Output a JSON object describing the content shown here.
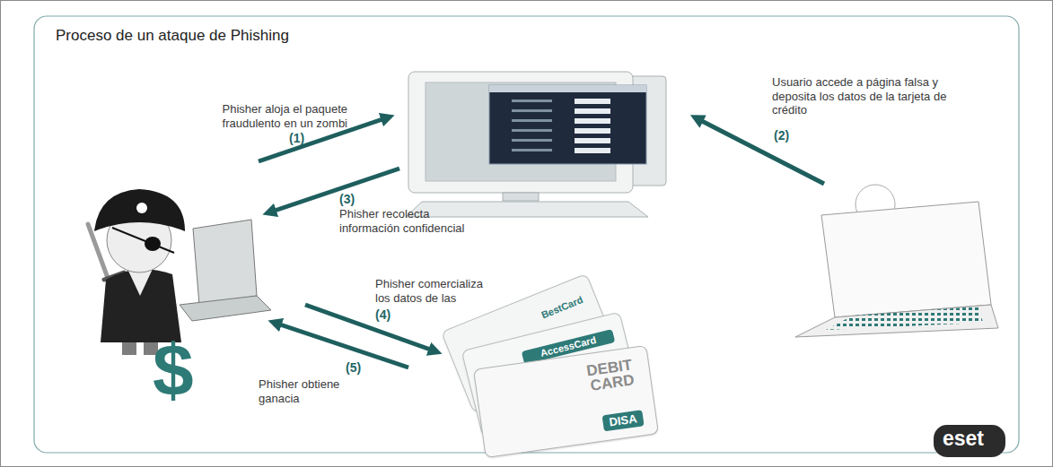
{
  "diagram": {
    "title": "Proceso de un ataque de Phishing",
    "nodes": [
      {
        "text": [
          "BestCard"
        ]
      },
      {
        "text": [
          "AccessCard"
        ]
      },
      {
        "text": [
          "DEBIT CARD",
          "DISA"
        ]
      },
      {
        "text": [
          "eset"
        ]
      }
    ],
    "labels": [
      "Phisher aloja el paquete fraudulento en un zombi",
      "(1)",
      "Usuario accede a página falsa y deposita los datos de la tarjeta de crédito",
      "(2)",
      "(3)",
      "Phisher recolecta información confidencial",
      "Phisher comercializa los datos de las",
      "(4)",
      "(5)",
      "Phisher obtiene ganacia",
      "$"
    ]
  }
}
